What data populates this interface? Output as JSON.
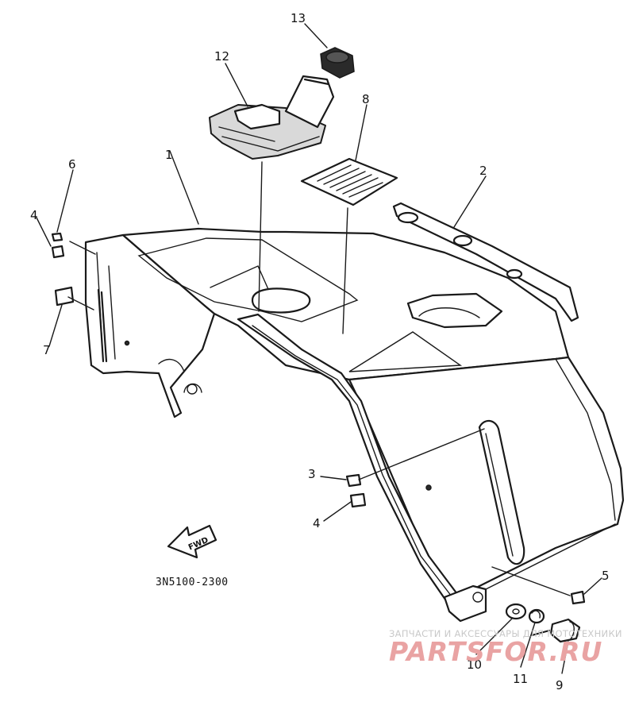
{
  "diagram": {
    "callouts": {
      "c1": "1",
      "c2": "2",
      "c3": "3",
      "c4a": "4",
      "c4b": "4",
      "c5": "5",
      "c6": "6",
      "c7": "7",
      "c8": "8",
      "c9": "9",
      "c10": "10",
      "c11": "11",
      "c12": "12",
      "c13": "13"
    },
    "forward_arrow_label": "FWD",
    "part_number": "3N5100-2300"
  },
  "watermark": {
    "tagline": "ЗАПЧАСТИ И АКСЕССУАРЫ ДЛЯ МОТОТЕХНИКИ",
    "brand": "PARTSFOR.RU"
  }
}
